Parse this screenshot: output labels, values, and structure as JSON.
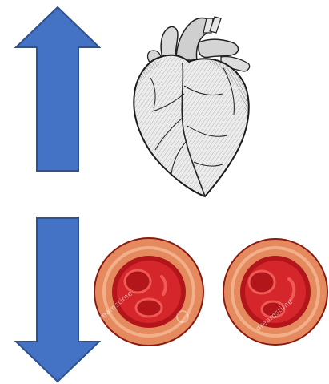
{
  "figure": {
    "arrows": [
      {
        "name": "up",
        "color": "#4472c4",
        "stroke": "#2f528f"
      },
      {
        "name": "down",
        "color": "#4472c4",
        "stroke": "#2f528f"
      }
    ],
    "heart": {
      "style": "engraving",
      "icon": "anatomical-heart"
    },
    "cells": {
      "count": 2,
      "outer_color": "#e58a5f",
      "inner_color": "#b2161b",
      "core_color": "#d5262c"
    },
    "watermark": "dreamstime"
  }
}
